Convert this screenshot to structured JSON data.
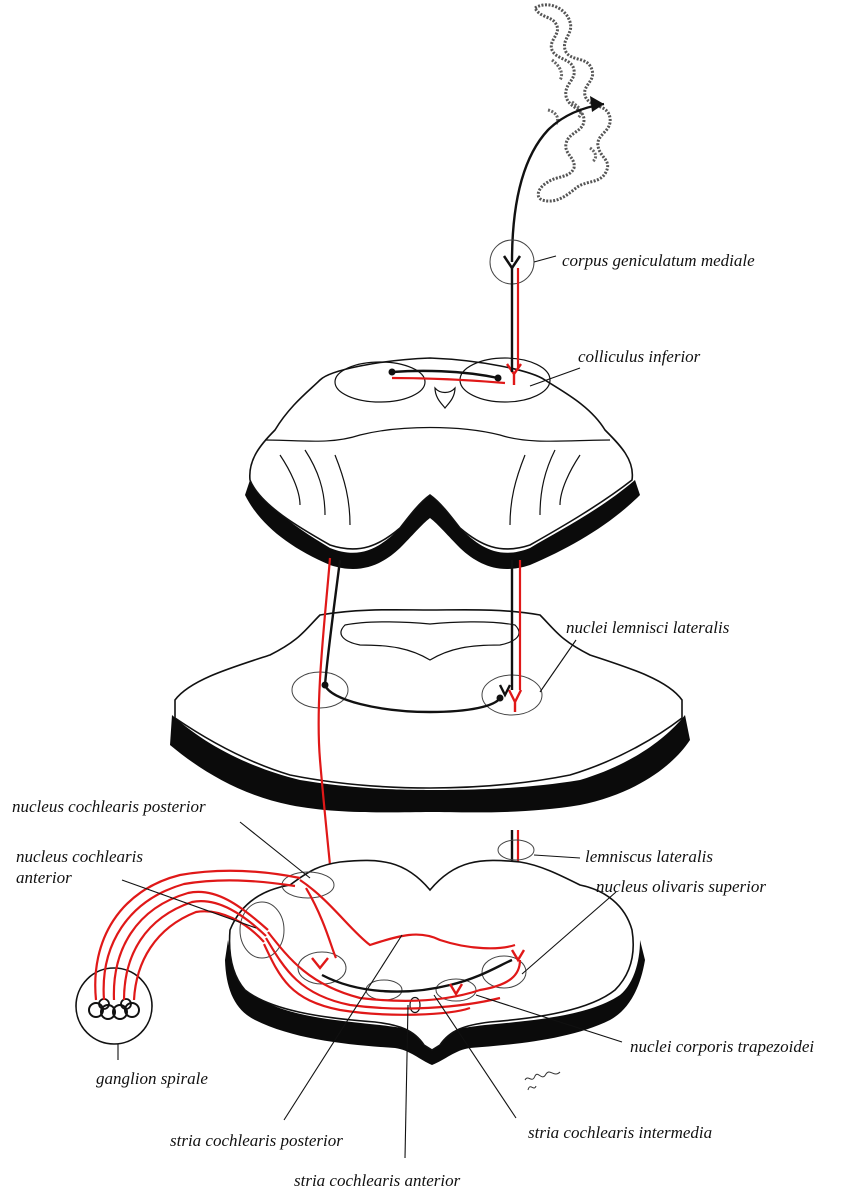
{
  "colors": {
    "pathway_red": "#e01818",
    "pathway_black": "#111111",
    "outline": "#111111",
    "background": "#ffffff"
  },
  "labels": {
    "corpus_geniculatum_mediale": "corpus geniculatum mediale",
    "colliculus_inferior": "colliculus inferior",
    "nuclei_lemnisci_lateralis": "nuclei lemnisci lateralis",
    "nucleus_cochlearis_posterior": "nucleus cochlearis posterior",
    "nucleus_cochlearis_anterior_line1": "nucleus cochlearis",
    "nucleus_cochlearis_anterior_line2": "anterior",
    "lemniscus_lateralis": "lemniscus lateralis",
    "nucleus_olivaris_superior": "nucleus olivaris superior",
    "nuclei_corporis_trapezoidei": "nuclei corporis trapezoidei",
    "ganglion_spirale": "ganglion spirale",
    "stria_cochlearis_posterior": "stria cochlearis posterior",
    "stria_cochlearis_intermedia": "stria cochlearis intermedia",
    "stria_cochlearis_anterior": "stria cochlearis anterior"
  },
  "icons": {
    "cortex": "auditory-cortex-gyrus-icon",
    "ganglion": "spiral-ganglion-coil-icon",
    "signature": "artist-signature"
  }
}
